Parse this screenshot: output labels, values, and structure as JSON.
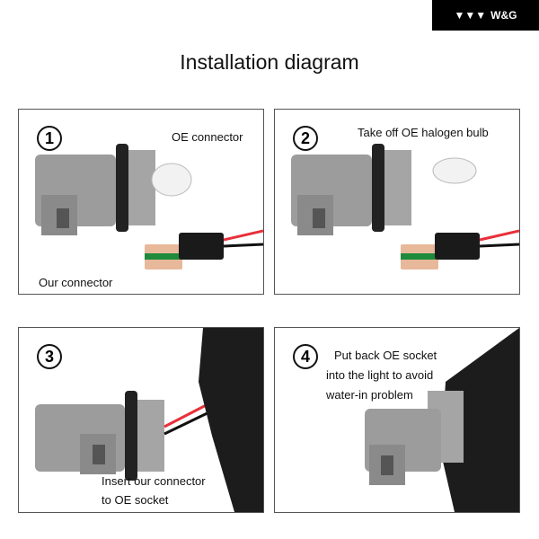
{
  "brand": {
    "name": "W&G",
    "icon": "triangles-logo-icon"
  },
  "title": "Installation diagram",
  "steps": [
    {
      "number": "1",
      "captions": [
        "OE connector",
        "Our connector"
      ]
    },
    {
      "number": "2",
      "captions": [
        "Take off OE halogen bulb"
      ]
    },
    {
      "number": "3",
      "captions": [
        "Insert our connector",
        "to OE socket"
      ]
    },
    {
      "number": "4",
      "captions": [
        "Put back OE socket",
        "into the light to avoid",
        "water-in problem"
      ]
    }
  ],
  "colors": {
    "socket": "#9a9a9a",
    "wire_red": "#e8303a",
    "pcb": "#e8b89a",
    "pcb_stripe": "#1e8a3c"
  }
}
